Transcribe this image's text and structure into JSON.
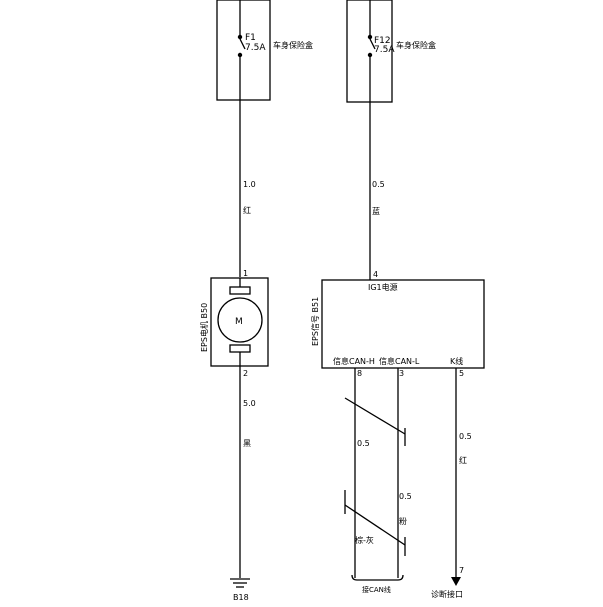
{
  "fuses": [
    {
      "id": "F1",
      "rating": "7.5A",
      "location": "车身保险盒"
    },
    {
      "id": "F12",
      "rating": "7.5A",
      "location": "车身保险盒"
    }
  ],
  "wires": {
    "motor_supply": {
      "size": "1.0",
      "color": "红"
    },
    "module_supply": {
      "size": "0.5",
      "color": "蓝"
    },
    "motor_ground": {
      "size": "5.0",
      "color": "黑"
    },
    "can_h": {
      "size": "0.5"
    },
    "can_l": {
      "size": "0.5",
      "color": "粉"
    },
    "can_pair_color": "棕-灰",
    "k_line": {
      "size": "0.5",
      "color": "红"
    }
  },
  "motor": {
    "label": "EPS电机 B50",
    "symbol": "M",
    "pin_top": "1",
    "pin_bottom": "2"
  },
  "module": {
    "label": "EPS信号 B51",
    "power_pin_label": "IG1电源",
    "power_pin": "4",
    "can_h_label": "信息CAN-H",
    "can_l_label": "信息CAN-L",
    "k_label": "K线",
    "can_h_pin": "8",
    "can_l_pin": "3",
    "k_pin": "5"
  },
  "terminals": {
    "ground": "B18",
    "can": "接CAN线",
    "diag": "诊断接口",
    "diag_pin": "7"
  }
}
